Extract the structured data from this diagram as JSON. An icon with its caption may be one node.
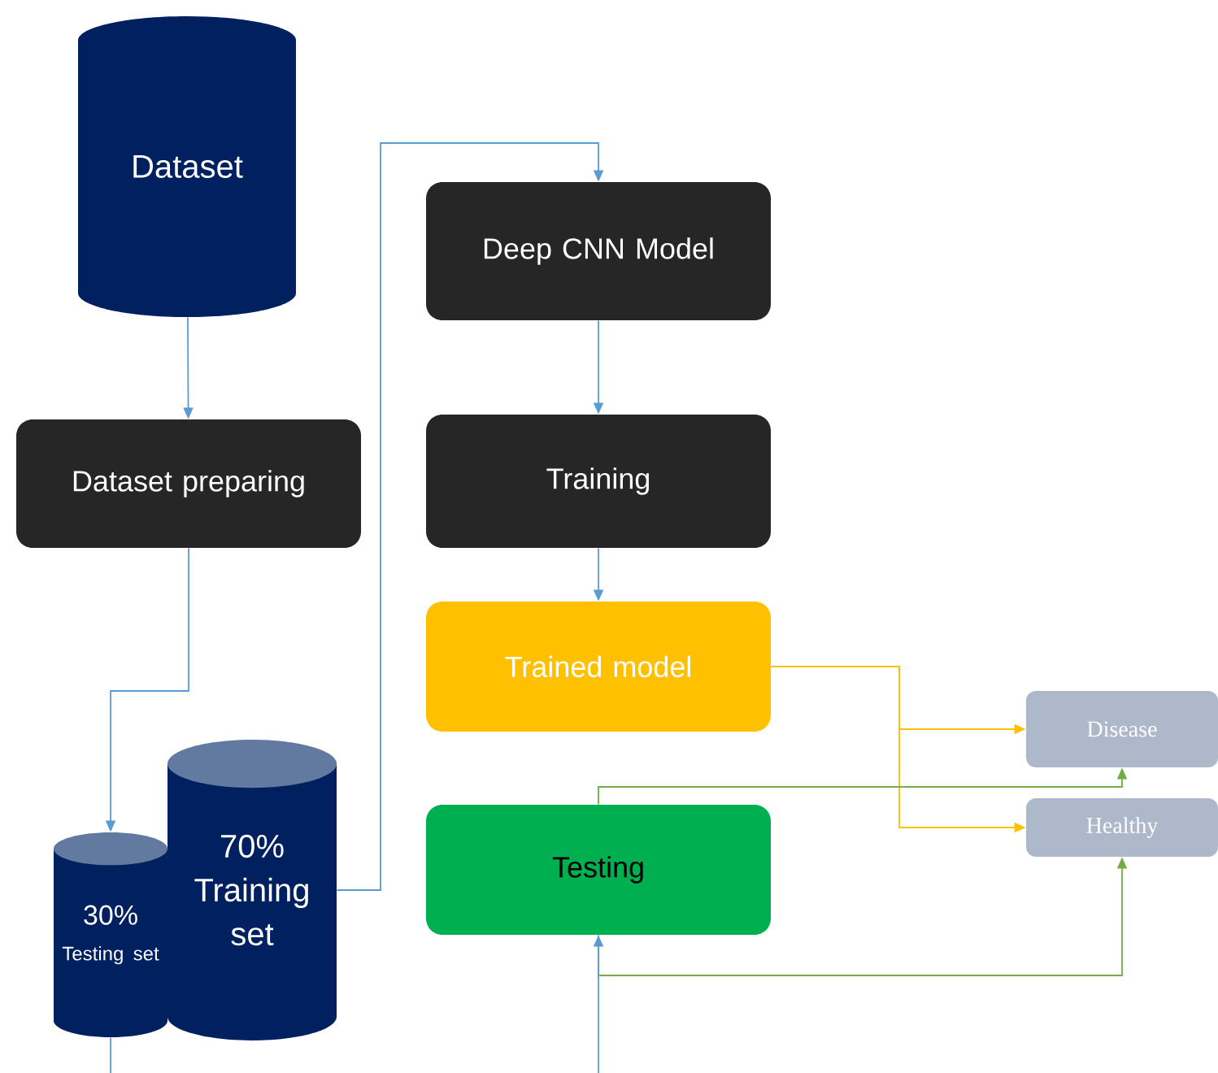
{
  "diagram": {
    "nodes": [
      {
        "text": [
          "Dataset"
        ]
      },
      {
        "text": [
          "Dataset preparing"
        ]
      },
      {
        "text": [
          "Deep CNN Model"
        ]
      },
      {
        "text": [
          "Training"
        ]
      },
      {
        "text": [
          "Trained model"
        ]
      },
      {
        "text": [
          "30%",
          "Testing set"
        ]
      },
      {
        "text": [
          "70% Training set"
        ]
      },
      {
        "text": [
          "Testing"
        ]
      },
      {
        "text": [
          "Disease"
        ]
      },
      {
        "text": [
          "Healthy"
        ]
      }
    ],
    "edges": [
      {
        "from": 0,
        "to": 1,
        "arrow": "to"
      },
      {
        "from": 1,
        "to": 5,
        "arrow": "to"
      },
      {
        "from": 6,
        "to": 2,
        "arrow": "to"
      },
      {
        "from": 2,
        "to": 3,
        "arrow": "to"
      },
      {
        "from": 3,
        "to": 4,
        "arrow": "to"
      },
      {
        "from": 4,
        "to": 8,
        "arrow": "to",
        "color": "#ffc000"
      },
      {
        "from": 4,
        "to": 9,
        "arrow": "to",
        "color": "#ffc000"
      },
      {
        "from": 7,
        "to": 8,
        "arrow": "to",
        "color": "#70ad47"
      },
      {
        "from": 7,
        "to": 9,
        "arrow": "to",
        "color": "#70ad47"
      },
      {
        "from": 5,
        "to": null,
        "arrow": "none"
      },
      {
        "from": null,
        "to": 7,
        "arrow": "to"
      }
    ]
  }
}
